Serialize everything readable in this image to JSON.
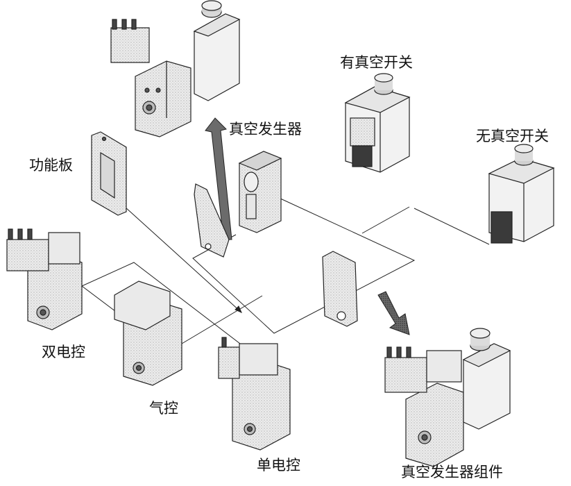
{
  "labels": {
    "vacuum_generator": "真空发生器",
    "function_plate": "功能板",
    "with_vacuum_switch": "有真空开关",
    "without_vacuum_switch": "无真空开关",
    "double_electric_control": "双电控",
    "pneumatic_control": "气控",
    "single_electric_control": "单电控",
    "vacuum_generator_assembly": "真空发生器组件"
  },
  "colors": {
    "line": "#222222",
    "body_fill": "#f2f2f2",
    "body_side": "#dcdcdc",
    "body_top": "#e8e8e8",
    "dark_arrow": "#555555"
  }
}
